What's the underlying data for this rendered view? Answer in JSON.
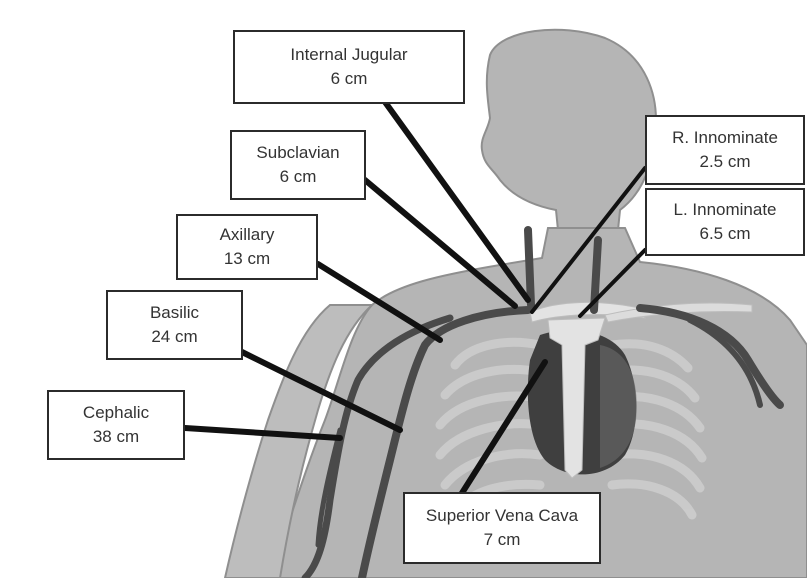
{
  "labels": [
    {
      "id": "internal-jugular",
      "name": "Internal Jugular",
      "length": "6 cm"
    },
    {
      "id": "subclavian",
      "name": "Subclavian",
      "length": "6 cm"
    },
    {
      "id": "axillary",
      "name": "Axillary",
      "length": "13 cm"
    },
    {
      "id": "basilic",
      "name": "Basilic",
      "length": "24 cm"
    },
    {
      "id": "cephalic",
      "name": "Cephalic",
      "length": "38 cm"
    },
    {
      "id": "r-innominate",
      "name": "R. Innominate",
      "length": "2.5 cm"
    },
    {
      "id": "l-innominate",
      "name": "L. Innominate",
      "length": "6.5 cm"
    },
    {
      "id": "superior-vena-cava",
      "name": "Superior Vena Cava",
      "length": "7 cm"
    }
  ],
  "colors": {
    "body": "#b5b5b5",
    "body_outline": "#8a8a8a",
    "vein": "#4a4a4a",
    "leader": "#111111",
    "ribs": "#cfcfcf",
    "heart": "#3a3a3a",
    "vessel_light": "#e6e6e6"
  }
}
